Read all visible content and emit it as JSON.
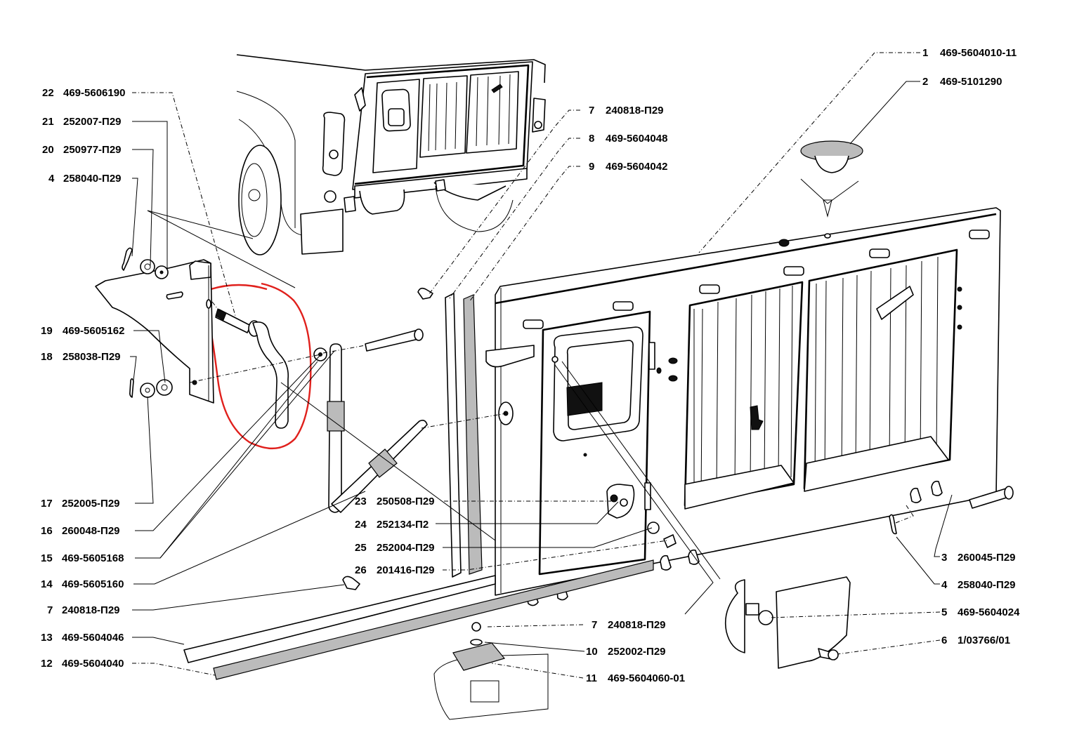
{
  "diagram": {
    "title": "",
    "description": "Exploded parts diagram of rear tailgate (UAZ-469) assembly",
    "highlight": {
      "part_number": "22",
      "color": "#e0201c",
      "shape": "hand-drawn circle around handle"
    },
    "callouts": {
      "c1": {
        "num": "1",
        "code": "469-5604010-11"
      },
      "c2": {
        "num": "2",
        "code": "469-5101290"
      },
      "c7a": {
        "num": "7",
        "code": "240818-П29"
      },
      "c8": {
        "num": "8",
        "code": "469-5604048"
      },
      "c9": {
        "num": "9",
        "code": "469-5604042"
      },
      "c22": {
        "num": "22",
        "code": "469-5606190"
      },
      "c21": {
        "num": "21",
        "code": "252007-П29"
      },
      "c20": {
        "num": "20",
        "code": "250977-П29"
      },
      "c4a": {
        "num": "4",
        "code": "258040-П29"
      },
      "c19": {
        "num": "19",
        "code": "469-5605162"
      },
      "c18": {
        "num": "18",
        "code": "258038-П29"
      },
      "c17": {
        "num": "17",
        "code": "252005-П29"
      },
      "c16": {
        "num": "16",
        "code": "260048-П29"
      },
      "c15": {
        "num": "15",
        "code": "469-5605168"
      },
      "c14": {
        "num": "14",
        "code": "469-5605160"
      },
      "c7b": {
        "num": "7",
        "code": "240818-П29"
      },
      "c13": {
        "num": "13",
        "code": "469-5604046"
      },
      "c12": {
        "num": "12",
        "code": "469-5604040"
      },
      "c23": {
        "num": "23",
        "code": "250508-П29"
      },
      "c24": {
        "num": "24",
        "code": "252134-П2"
      },
      "c25": {
        "num": "25",
        "code": "252004-П29"
      },
      "c26": {
        "num": "26",
        "code": "201416-П29"
      },
      "c3": {
        "num": "3",
        "code": "260045-П29"
      },
      "c4b": {
        "num": "4",
        "code": "258040-П29"
      },
      "c5": {
        "num": "5",
        "code": "469-5604024"
      },
      "c6": {
        "num": "6",
        "code": "1/03766/01"
      },
      "c7c": {
        "num": "7",
        "code": "240818-П29"
      },
      "c10": {
        "num": "10",
        "code": "252002-П29"
      },
      "c11": {
        "num": "11",
        "code": "469-5604060-01"
      }
    }
  }
}
